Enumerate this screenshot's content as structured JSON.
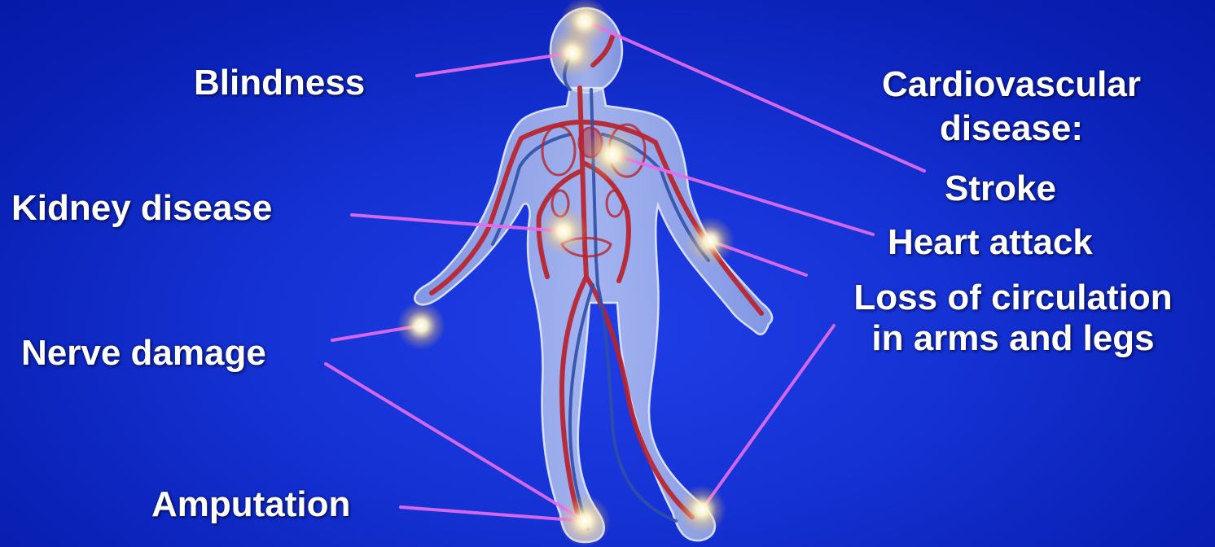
{
  "labels": {
    "blindness": "Blindness",
    "kidney_disease": "Kidney disease",
    "nerve_damage": "Nerve damage",
    "amputation": "Amputation",
    "cardio_line1": "Cardiovascular",
    "cardio_line2": "disease:",
    "stroke": "Stroke",
    "heart_attack": "Heart attack",
    "circulation_line1": "Loss of circulation",
    "circulation_line2": "in arms and legs"
  },
  "colors": {
    "background": "#1532d4",
    "label_text": "#ffffff",
    "connector": "#e46cf0",
    "body_fill": "#b9c8ee",
    "artery": "#b8232c",
    "vein": "#2f4fa8",
    "glow": "#fff6c8"
  }
}
